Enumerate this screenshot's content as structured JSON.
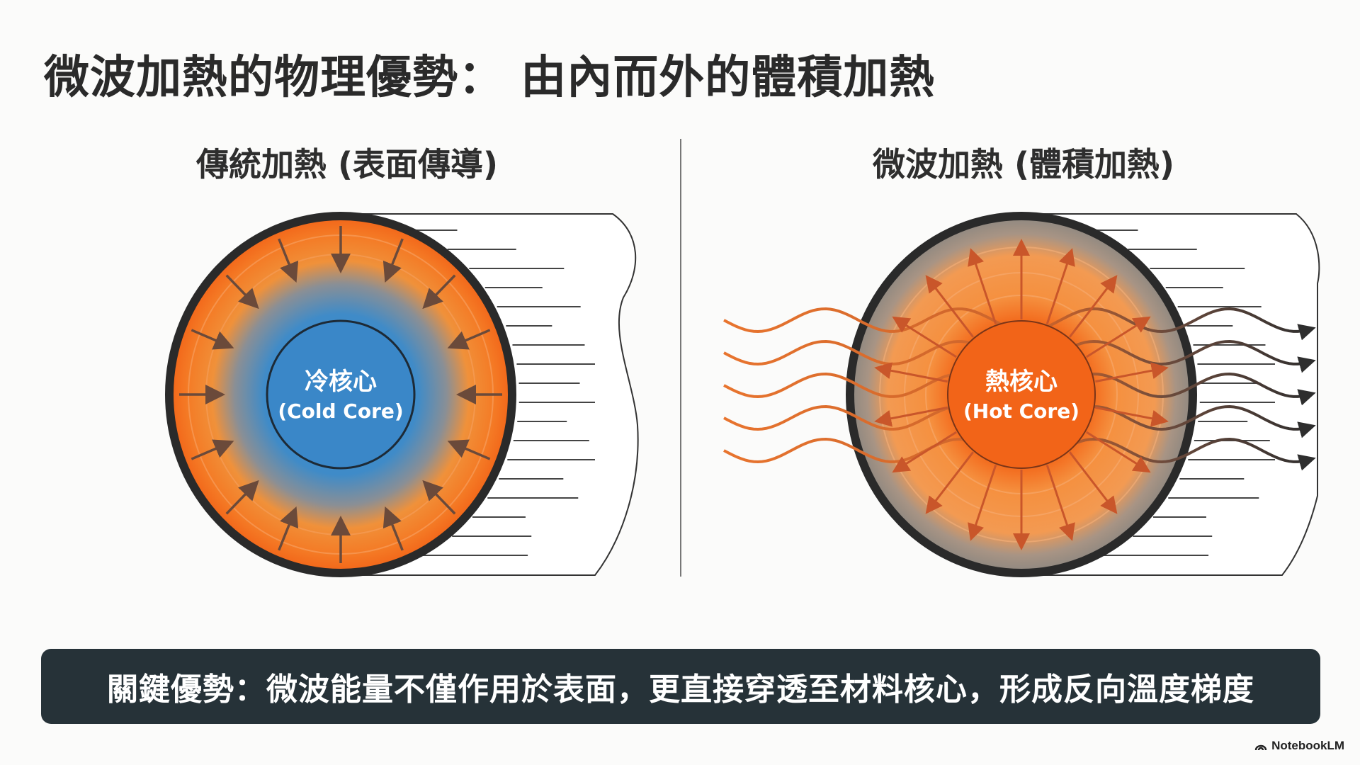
{
  "title": "微波加熱的物理優勢： 由內而外的體積加熱",
  "left_panel": {
    "heading": "傳統加熱 (表面傳導)",
    "core_label": "冷核心",
    "core_label_en": "(Cold Core)"
  },
  "right_panel": {
    "heading": "微波加熱 (體積加熱)",
    "core_label": "熱核心",
    "core_label_en": "(Hot Core)"
  },
  "banner": {
    "text": "關鍵優勢：微波能量不僅作用於表面，更直接穿透至材料核心，形成反向溫度梯度"
  },
  "brand": {
    "label": "NotebookLM",
    "icon": "notebooklm-logo-icon"
  },
  "colors": {
    "orange": "#f26a1b",
    "blue": "#3a87c8",
    "dark": "#263238",
    "arrow_brown": "#6b4a3a"
  }
}
